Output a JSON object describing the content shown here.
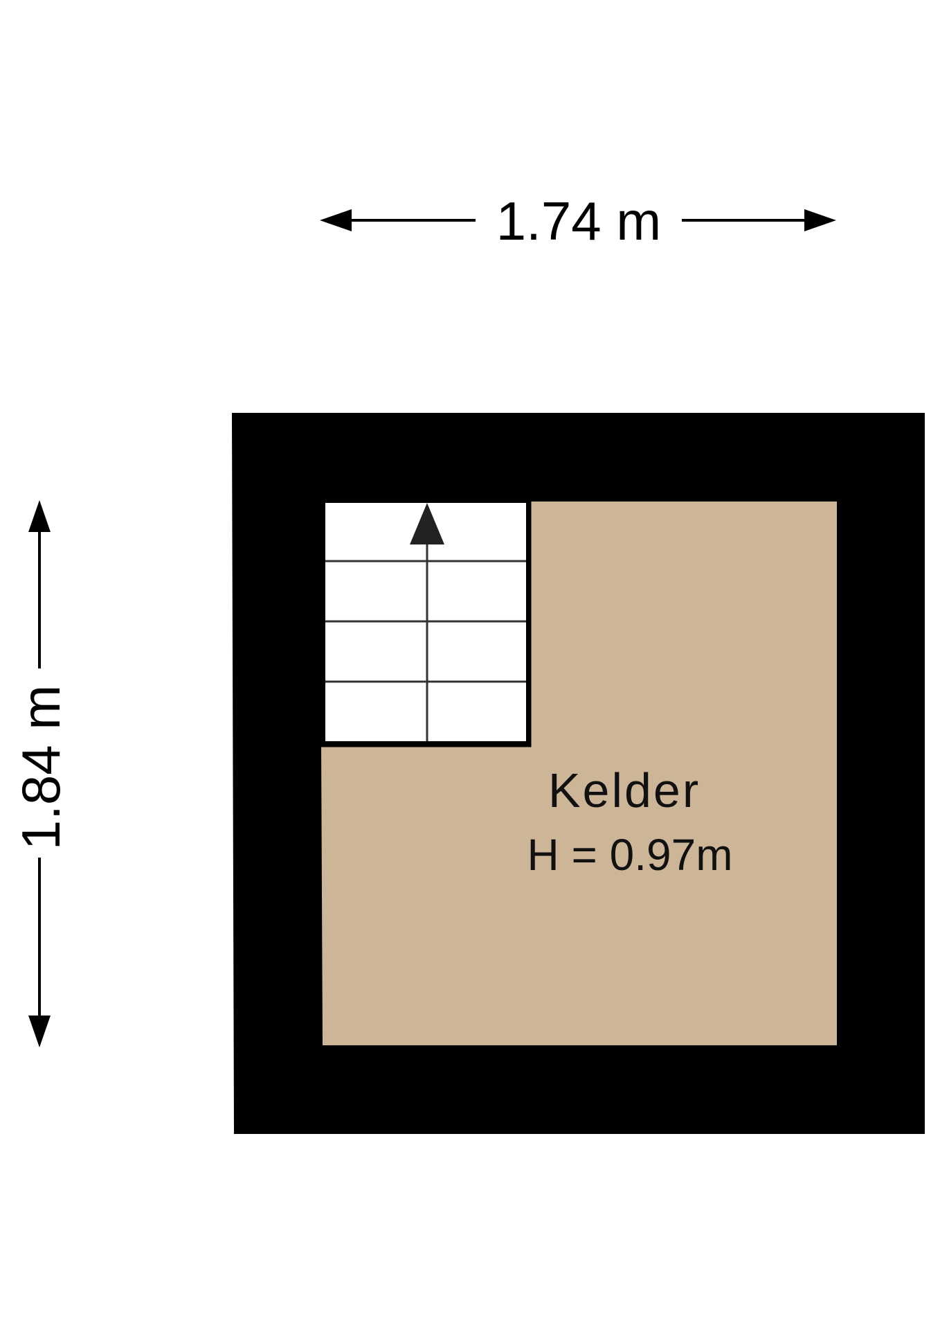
{
  "dimensions": {
    "width_label": "1.74 m",
    "height_label": "1.84 m"
  },
  "room": {
    "name": "Kelder",
    "height_label": "H = 0.97m"
  },
  "colors": {
    "wall": "#000000",
    "floor": "#cdb597",
    "stair": "#ffffff",
    "line": "#333333"
  },
  "stair": {
    "direction": "up",
    "step_count": 4
  }
}
